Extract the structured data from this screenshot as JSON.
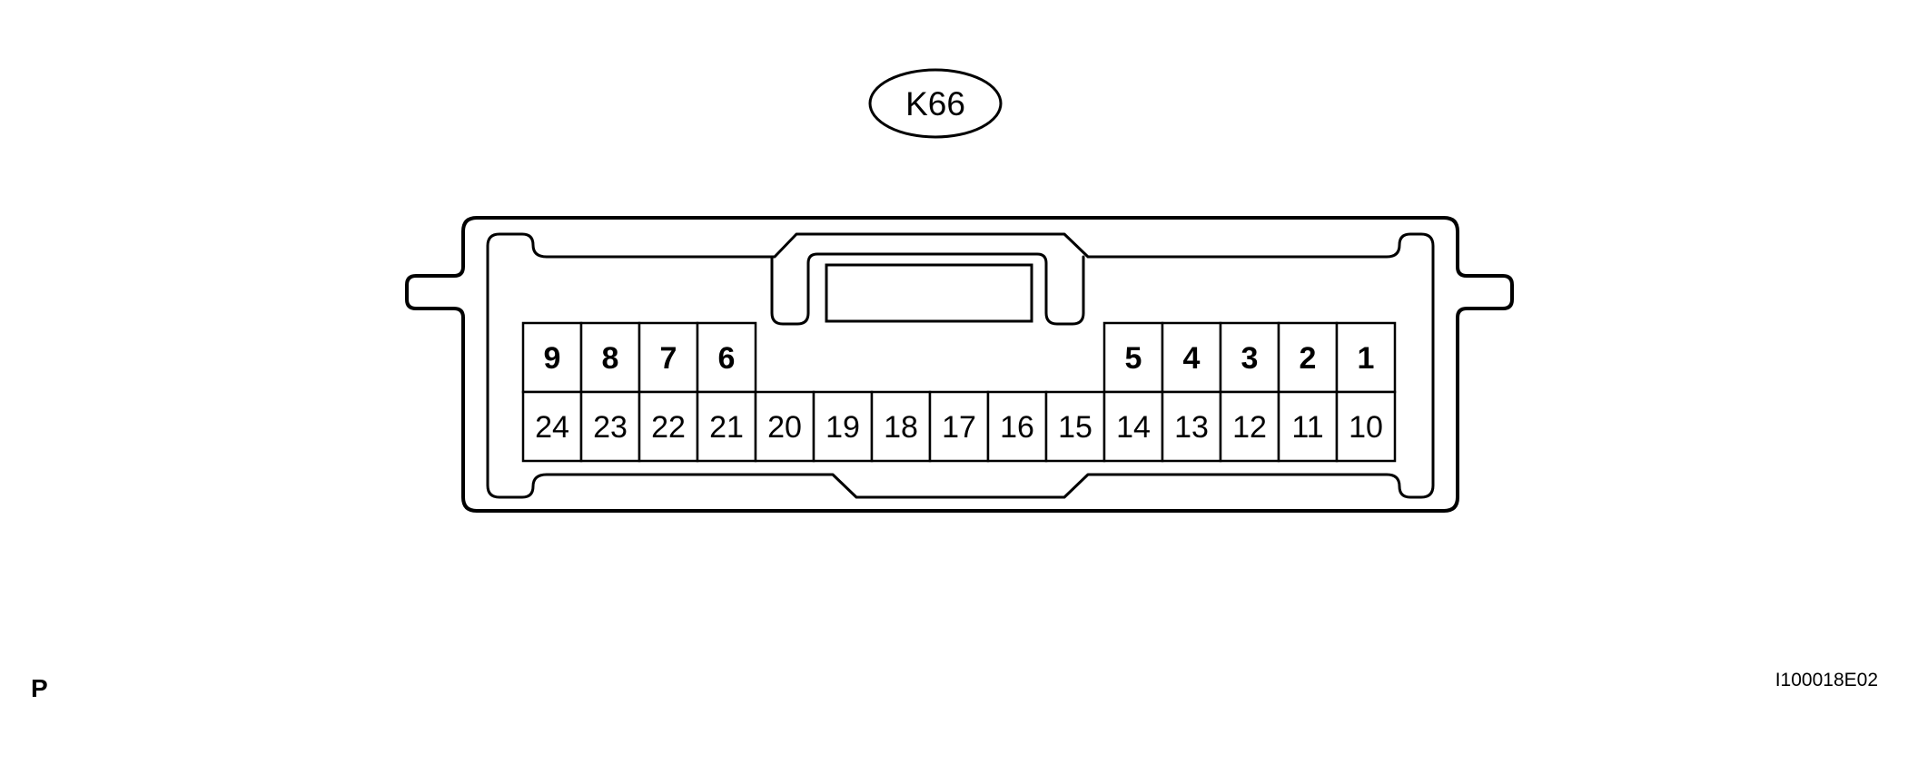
{
  "connector": {
    "code": "K66",
    "top_row_left": [
      "9",
      "8",
      "7",
      "6"
    ],
    "top_row_right": [
      "5",
      "4",
      "3",
      "2",
      "1"
    ],
    "bottom_row": [
      "24",
      "23",
      "22",
      "21",
      "20",
      "19",
      "18",
      "17",
      "16",
      "15",
      "14",
      "13",
      "12",
      "11",
      "10"
    ]
  },
  "footer": {
    "left_mark": "P",
    "figure_code": "I100018E02"
  }
}
